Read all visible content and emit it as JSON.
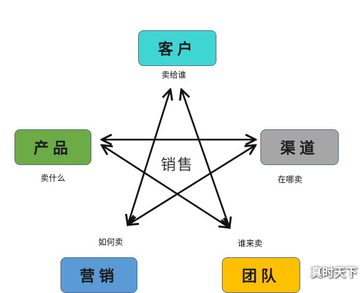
{
  "center_label": "销售",
  "nodes": [
    {
      "id": "customer",
      "label": "客户",
      "subtitle": "卖给谁",
      "color": "#3fd5d3"
    },
    {
      "id": "product",
      "label": "产品",
      "subtitle": "卖什么",
      "color": "#6cab45"
    },
    {
      "id": "channel",
      "label": "渠道",
      "subtitle": "在哪卖",
      "color": "#a6a6a6"
    },
    {
      "id": "marketing",
      "label": "营销",
      "subtitle": "如何卖",
      "color": "#5b9bd5"
    },
    {
      "id": "team",
      "label": "团队",
      "subtitle": "谁来卖",
      "color": "#ffc000"
    }
  ],
  "edges": [
    {
      "from": "customer",
      "to": "marketing"
    },
    {
      "from": "customer",
      "to": "team"
    },
    {
      "from": "product",
      "to": "channel"
    },
    {
      "from": "product",
      "to": "team"
    },
    {
      "from": "channel",
      "to": "marketing"
    }
  ],
  "watermark": "真时天下"
}
